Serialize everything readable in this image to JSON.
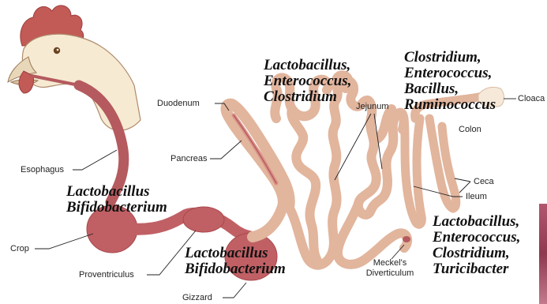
{
  "labels": {
    "esophagus": "Esophagus",
    "crop": "Crop",
    "proventriculus": "Proventriculus",
    "gizzard": "Gizzard",
    "duodenum": "Duodenum",
    "pancreas": "Pancreas",
    "jejunum": "Jejunum",
    "meckels_line1": "Meckel's",
    "meckels_line2": "Diverticulum",
    "cloaca": "Cloaca",
    "colon": "Colon",
    "ceca": "Ceca",
    "ileum": "Ileum"
  },
  "bacteria": {
    "crop": [
      "Lactobacillus",
      "Bifidobacterium"
    ],
    "gizzard": [
      "Lactobacillus",
      "Bifidobacterium"
    ],
    "small_intestine": [
      "Lactobacillus,",
      "Enterococcus,",
      "Clostridium"
    ],
    "colon": [
      "Clostridium,",
      "Enterococcus,",
      "Bacillus,",
      "Ruminococcus"
    ],
    "ileum": [
      "Lactobacillus,",
      "Enterococcus,",
      "Clostridium,",
      "Turicibacter"
    ]
  },
  "colors": {
    "gut_light": "#e2b59d",
    "gut_dark": "#b55a5e",
    "head_fill": "#f6ead3",
    "comb": "#c25a56",
    "leader": "#222222"
  }
}
